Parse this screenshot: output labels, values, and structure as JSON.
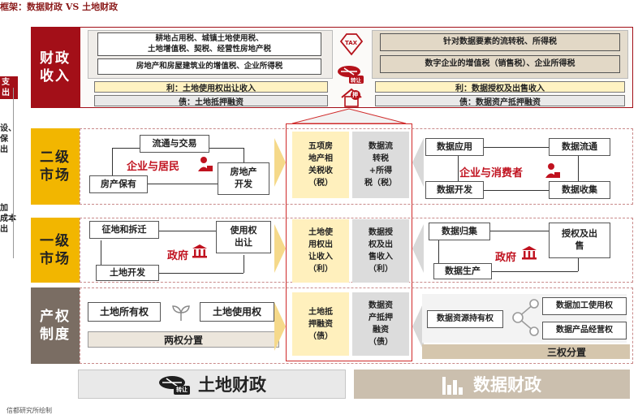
{
  "header": {
    "title": "框架：数据财政 VS 土地财政"
  },
  "rows": {
    "fiscal": "财政\n收入",
    "secondary": "二级\n市场",
    "primary": "一级\n市场",
    "property": "产权\n制度"
  },
  "fiscal_income": {
    "land_taxes": [
      "耕地占用税、城镇土地使用税、\n土地增值税、契税、经营性房地产税",
      "房地产和房屋建筑业的增值税、企业所得税"
    ],
    "land_profit": "利：土地使用权出让收入",
    "land_debt": "债：土地抵押融资",
    "data_taxes": [
      "针对数据要素的流转税、所得税",
      "数字企业的增值税（销售税）、企业所得税"
    ],
    "data_profit": "利：数据授权及出售收入",
    "data_debt": "债：数据资产抵押融资",
    "icon_tax": "TAX",
    "icon_transfer": "转让",
    "icon_mortgage": "押"
  },
  "left_edge": {
    "item1": "支出",
    "item2": "设、\n保\n出",
    "item3": "加\n成本\n出"
  },
  "secondary_market": {
    "land": {
      "trade": "流通与交易",
      "actor": "企业与居民",
      "holding": "房产保有",
      "develop": "房地产\n开发"
    },
    "center_tax": "五项房\n地产相\n关税收\n（税）",
    "center_data_tax": "数据流\n转税\n+所得\n税（税）",
    "data": {
      "application": "数据应用",
      "circulation": "数据流通",
      "actor": "企业与消费者",
      "develop": "数据开发",
      "collection": "数据收集"
    }
  },
  "primary_market": {
    "land": {
      "acquire": "征地和拆迁",
      "transfer": "使用权\n出让",
      "actor": "政府",
      "develop": "土地开发"
    },
    "center_land": "土地使\n用权出\n让收入\n（利）",
    "center_data": "数据授\n权及出\n售收入\n（利）",
    "data": {
      "aggregate": "数据归集",
      "license": "授权及出\n售",
      "actor": "政府",
      "produce": "数据生产"
    }
  },
  "property_rights": {
    "land_ownership": "土地所有权",
    "land_use": "土地使用权",
    "land_split": "两权分置",
    "center_land": "土地抵\n押融资\n（债）",
    "center_data": "数据资\n产抵押\n融资\n（债）",
    "data_holding": "数据资源持有权",
    "data_processing": "数据加工使用权",
    "data_operating": "数据产品经营权",
    "data_split": "三权分置"
  },
  "bottom": {
    "land": "土地财政",
    "data": "数据财政",
    "icon_transfer": "转让"
  },
  "footer": {
    "note": "信都研究所绘制"
  },
  "colors": {
    "red": "#a30f18",
    "gold": "#f2b600",
    "gray": "#7a6d63",
    "accent_text": "#c0121f"
  }
}
